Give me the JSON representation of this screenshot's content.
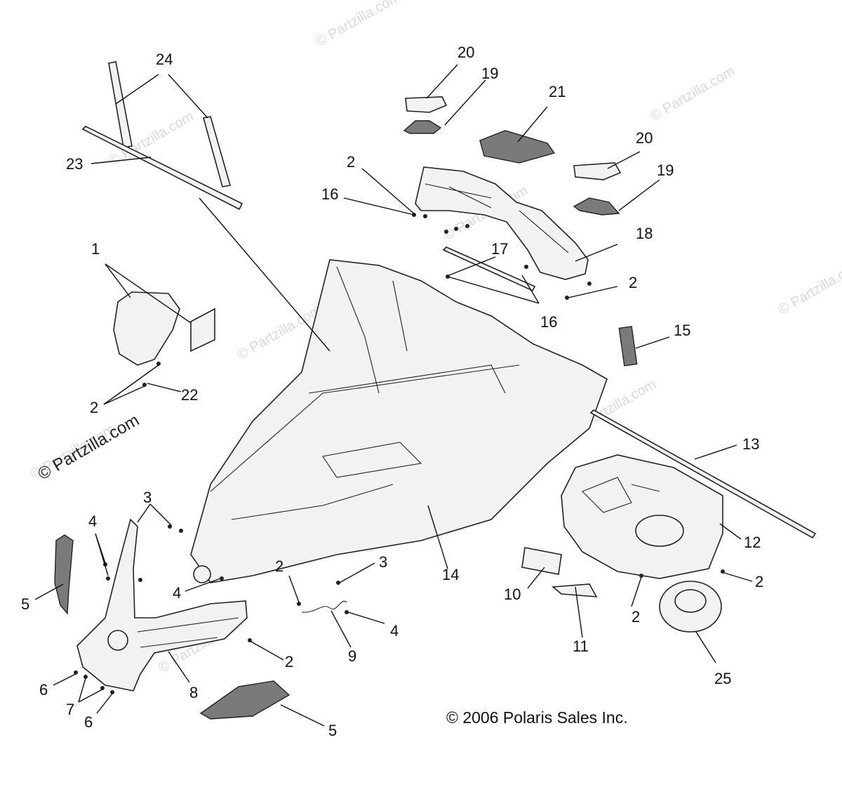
{
  "watermark": "© Partzilla.com",
  "brand_text": "© Partzilla.com",
  "copyright": "© 2006 Polaris Sales Inc.",
  "callouts": {
    "c24": "24",
    "c23": "23",
    "c20a": "20",
    "c19a": "19",
    "c21": "21",
    "c20b": "20",
    "c19b": "19",
    "c2a": "2",
    "c16a": "16",
    "c18": "18",
    "c17": "17",
    "c2b": "2",
    "c16b": "16",
    "c1": "1",
    "c15": "15",
    "c2c": "2",
    "c22": "22",
    "c13": "13",
    "c12": "12",
    "c3a": "3",
    "c4a": "4",
    "c5a": "5",
    "c2d": "2",
    "c3b": "3",
    "c4b": "4",
    "c14": "14",
    "c4c": "4",
    "c10": "10",
    "c2e": "2",
    "c2f": "2",
    "c9": "9",
    "c11": "11",
    "c2g": "2",
    "c8": "8",
    "c6a": "6",
    "c7": "7",
    "c6b": "6",
    "c25": "25",
    "c5b": "5"
  }
}
